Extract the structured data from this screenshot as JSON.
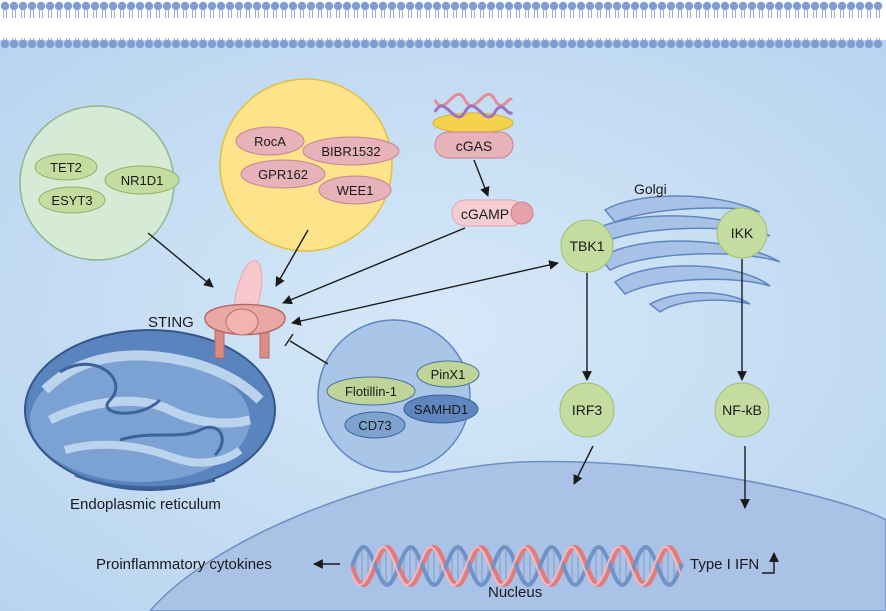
{
  "membrane_label": "",
  "proteins": {
    "green_group": [
      "TET2",
      "NR1D1",
      "ESYT3"
    ],
    "yellow_group": [
      "RocA",
      "BIBR1532",
      "GPR162",
      "WEE1"
    ],
    "blue_group": [
      "PinX1",
      "Flotillin-1",
      "SAMHD1",
      "CD73"
    ]
  },
  "nodes": {
    "cgas": "cGAS",
    "cgamp": "cGAMP",
    "sting": "STING",
    "golgi": "Golgi",
    "tbk1": "TBK1",
    "ikk": "IKK",
    "irf3": "IRF3",
    "nfkb": "NF-kB",
    "er": "Endoplasmic reticulum",
    "nucleus": "Nucleus",
    "cytokines": "Proinflammatory cytokines",
    "ifn": "Type I IFN"
  },
  "colors": {
    "cytoplasm": "#c2dcf4",
    "membrane": "#7f9dd0",
    "green_pill": "#c5dca0",
    "red_pill": "#e7b2b9",
    "blue_pill": "#8fb4d8",
    "yellow_circle": "#fde48a",
    "er_blue": "#5f86bf",
    "nucleus": "#a9c2e6"
  }
}
